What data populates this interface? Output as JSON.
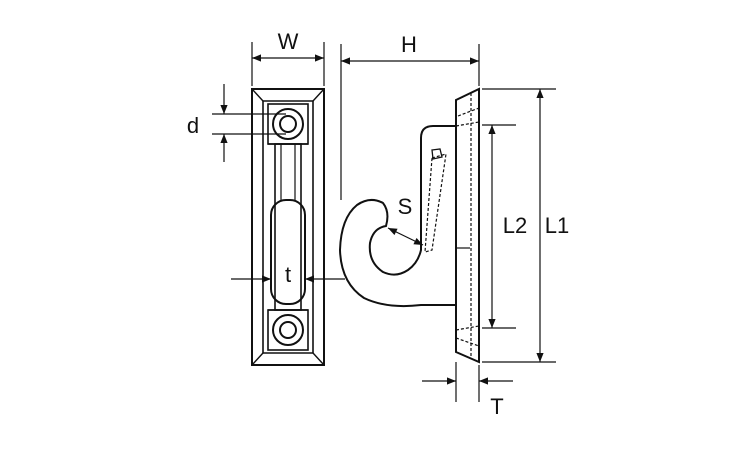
{
  "dimensions": {
    "width": "W",
    "height": "H",
    "hole_diameter": "d",
    "slot_width": "t",
    "hook_opening": "S",
    "inner_length": "L2",
    "overall_length": "L1",
    "plate_thickness": "T"
  },
  "colors": {
    "line": "#111111",
    "fill": "#ffffff"
  }
}
